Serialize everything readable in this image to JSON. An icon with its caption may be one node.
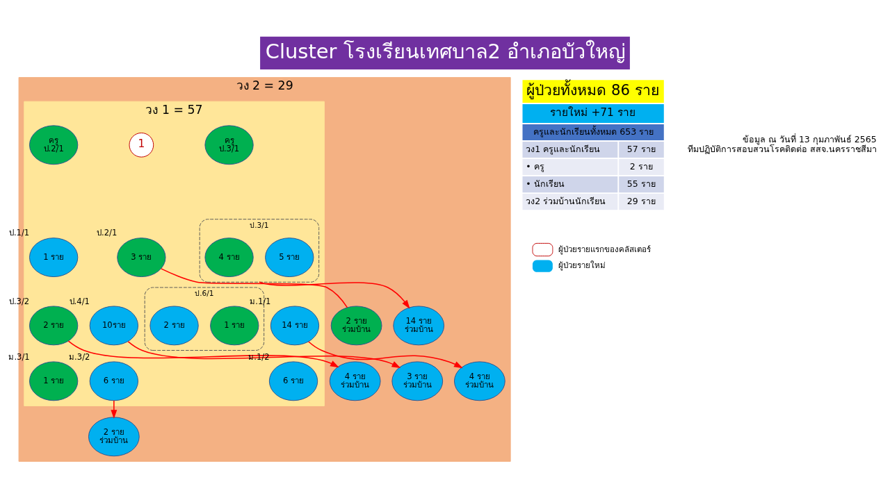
{
  "diagram": {
    "title": "Cluster โรงเรียนเทศบาล2 อำเภอบัวใหญ่",
    "nodes": [
      {
        "text": [
          "วง 2 = 29"
        ]
      },
      {
        "text": [
          "วง 1 = 57"
        ],
        "in": 0
      },
      {
        "text": [
          "ครู",
          "ป.2/1"
        ],
        "in": 1
      },
      {
        "text": [
          "1"
        ],
        "in": 1
      },
      {
        "text": [
          "ครู",
          "ป.3/1"
        ],
        "in": 1
      },
      {
        "text": [
          "1 ราย"
        ],
        "beside": [
          "ป.1/1"
        ],
        "in": 1
      },
      {
        "text": [
          "3 ราย"
        ],
        "beside": [
          "ป.2/1"
        ],
        "in": 1
      },
      {
        "text": [
          "ป.3/1"
        ],
        "in": 1
      },
      {
        "text": [
          "4 ราย"
        ],
        "in": 7
      },
      {
        "text": [
          "5 ราย"
        ],
        "in": 7
      },
      {
        "text": [
          "2 ราย"
        ],
        "beside": [
          "ป.3/2"
        ],
        "in": 1
      },
      {
        "text": [
          "10ราย"
        ],
        "beside": [
          "ป.4/1"
        ],
        "in": 1
      },
      {
        "text": [
          "ป.6/1"
        ],
        "in": 1
      },
      {
        "text": [
          "1 ราย"
        ],
        "in": 12
      },
      {
        "text": [
          "2 ราย"
        ],
        "in": 12
      },
      {
        "text": [
          "14 ราย"
        ],
        "beside": [
          "ม.1/1"
        ],
        "in": 1
      },
      {
        "text": [
          "1 ราย"
        ],
        "beside": [
          "ม.3/1"
        ],
        "in": 1
      },
      {
        "text": [
          "6 ราย"
        ],
        "beside": [
          "ม.3/2"
        ],
        "in": 1
      },
      {
        "text": [
          "6 ราย"
        ],
        "beside": [
          "ม.1/2"
        ],
        "in": 1
      },
      {
        "text": [
          "14 ราย",
          "ร่วมบ้าน"
        ],
        "in": 0
      },
      {
        "text": [
          "2 ราย",
          "ร่วมบ้าน"
        ],
        "in": 0
      },
      {
        "text": [
          "4 ราย",
          "ร่วมบ้าน"
        ],
        "in": 0
      },
      {
        "text": [
          "4 ราย",
          "ร่วมบ้าน"
        ],
        "in": 0
      },
      {
        "text": [
          "3 ราย",
          "ร่วมบ้าน"
        ],
        "in": 0
      },
      {
        "text": [
          "2 ราย",
          "ร่วมบ้าน"
        ],
        "in": 0
      }
    ],
    "edges": [
      {
        "from": 7,
        "to": 19,
        "arrow": "to"
      },
      {
        "from": 6,
        "to": 20,
        "arrow": "none"
      },
      {
        "from": 10,
        "to": 22,
        "arrow": "to"
      },
      {
        "from": 11,
        "to": 23,
        "arrow": "to"
      },
      {
        "from": 15,
        "to": 21,
        "arrow": "to"
      },
      {
        "from": 17,
        "to": 24,
        "arrow": "to"
      }
    ],
    "labels": [
      "ผู้ป่วยทั้งหมด 86 ราย",
      "รายใหม่ +71 ราย",
      "ครูและนักเรียนทั้งหมด 653 ราย",
      "วง1 ครูและนักเรียน",
      "57 ราย",
      "• ครู",
      "2 ราย",
      "• นักเรียน",
      "55 ราย",
      "วง2 ร่วมบ้านนักเรียน",
      "29 ราย",
      "ข้อมูล ณ วันที่ 13 กุมภาพันธ์ 2565",
      "ทีมปฏิบัติการสอบสวนโรคติดต่อ สสจ.นครราชสีมา"
    ],
    "legend": [
      {
        "text": "ผู้ป่วยรายแรกของคลัสเตอร์"
      },
      {
        "text": "ผู้ป่วยรายใหม่",
        "color": "#00b0f0"
      }
    ]
  }
}
